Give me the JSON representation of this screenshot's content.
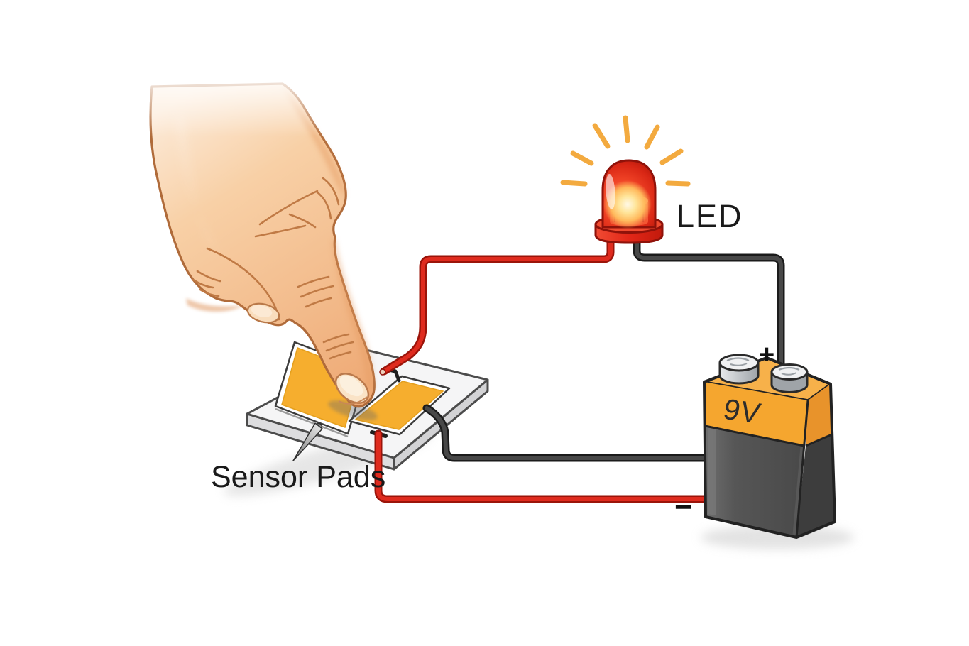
{
  "diagram": {
    "labels": {
      "led": "LED",
      "sensor_pads": "Sensor Pads",
      "battery_voltage": "9V",
      "battery_positive": "+",
      "battery_negative": "−"
    },
    "colors": {
      "background": "#ffffff",
      "label_text": "#1a1a1a",
      "wire_red": "#df2b1e",
      "wire_black": "#484848",
      "led_body_red": "#e63320",
      "led_glow_yellow": "#ffe59a",
      "glow_ray_orange": "#f3aa3f",
      "sensor_pad_orange": "#f6ae2e",
      "board_gray": "#f5f5f6",
      "battery_top_orange": "#f5a62f",
      "battery_body_gray": "#4a4a4a",
      "terminal_silver": "#d9dbdd",
      "skin_tone": "#f6c79d"
    }
  }
}
